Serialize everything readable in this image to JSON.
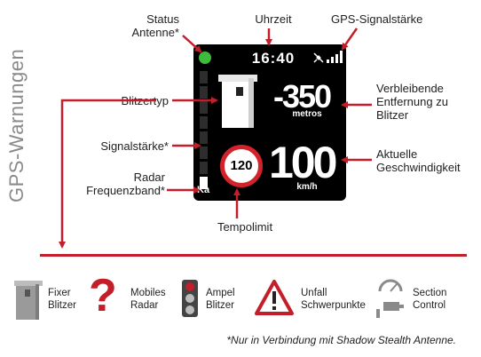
{
  "side_title": "GPS-Warnungen",
  "labels": {
    "status_antenne": [
      "Status",
      "Antenne*"
    ],
    "uhrzeit": "Uhrzeit",
    "gps_signal": "GPS-Signalstärke",
    "blitzertyp": "Blitzertyp",
    "signalstaerke": "Signalstärke*",
    "radar_band": [
      "Radar",
      "Frequenzband*"
    ],
    "entfernung": [
      "Verbleibende",
      "Entfernung zu",
      "Blitzer"
    ],
    "geschwindigkeit": [
      "Aktuelle",
      "Geschwindigkeit"
    ],
    "tempolimit": "Tempolimit"
  },
  "screen": {
    "time": "16:40",
    "distance": "-350",
    "distance_unit": "metros",
    "speed": "100",
    "speed_unit": "km/h",
    "limit": "120",
    "band": "Ka",
    "signal_bars_total": 8,
    "signal_bars_on": 1,
    "status_color": "#3dbb3d"
  },
  "legend": [
    {
      "icon": "fixed-camera-icon",
      "lines": [
        "Fixer",
        "Blitzer"
      ]
    },
    {
      "icon": "question-mark-icon",
      "lines": [
        "Mobiles",
        "Radar"
      ]
    },
    {
      "icon": "traffic-light-icon",
      "lines": [
        "Ampel",
        "Blitzer"
      ]
    },
    {
      "icon": "warning-triangle-icon",
      "lines": [
        "Unfall",
        "Schwerpunkte"
      ]
    },
    {
      "icon": "section-control-icon",
      "lines": [
        "Section",
        "Control"
      ]
    }
  ],
  "footnote": "*Nur in Verbindung mit Shadow Stealth Antenne.",
  "colors": {
    "accent": "#c41e2a",
    "screen": "#000000"
  }
}
